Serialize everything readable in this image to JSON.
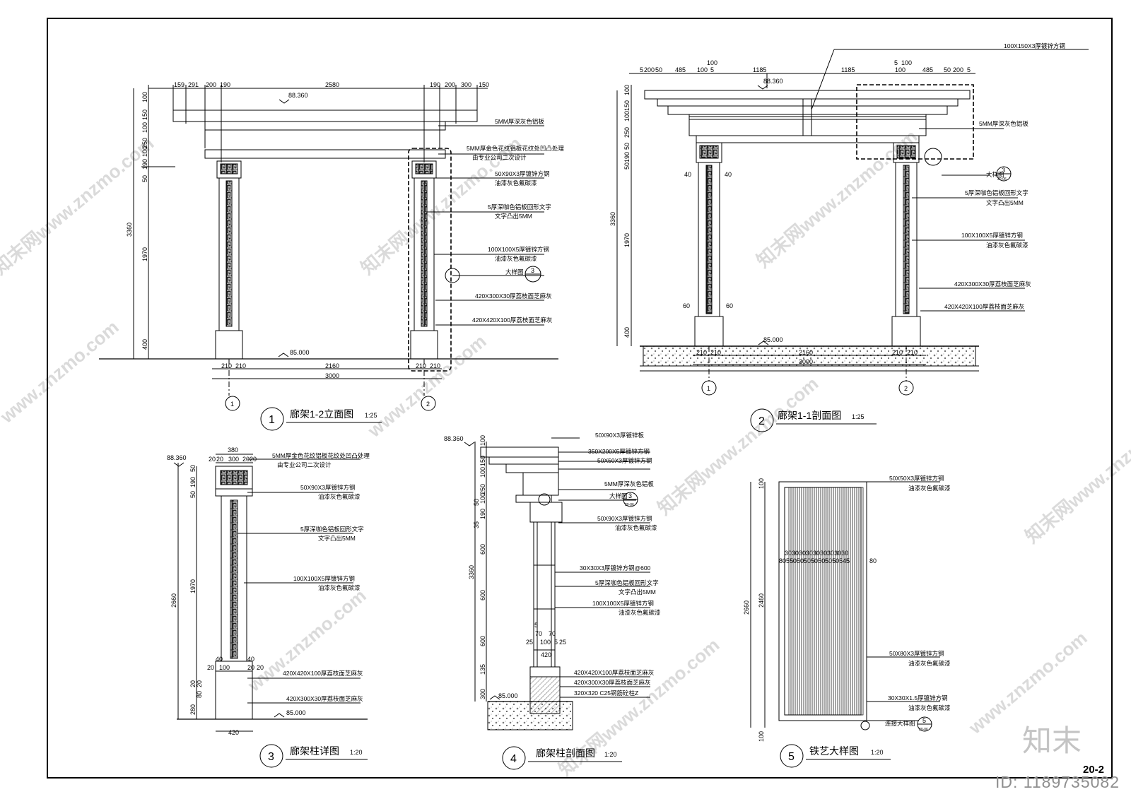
{
  "sheet": {
    "logo": "知末",
    "id_label": "ID: 1189735082",
    "watermark": "知末网www.znzmo.com",
    "watermark2": "www.znzmo.com",
    "page_code": "20-2"
  },
  "view1": {
    "number": "1",
    "title": "廊架1-2立面图",
    "scale": "1:25",
    "level_top": "88.360",
    "level_ground": "85.000",
    "top_dims": [
      "159",
      "291",
      "200",
      "190",
      "2580",
      "190",
      "200",
      "300",
      "150"
    ],
    "bottom_dims_row1": [
      "210",
      "210",
      "2160",
      "210",
      "210"
    ],
    "total_width": "3000",
    "left_dims": [
      "100",
      "150",
      "100",
      "250",
      "100",
      "190",
      "50"
    ],
    "height_total": "3360",
    "height_col": "1970",
    "height_base": "400",
    "axis1": "1",
    "axis2": "2",
    "notes": [
      "5MM厚深灰色铝板",
      "5MM厚金色花纹铝板花纹处凹凸处理",
      "由专业公司二次设计",
      "50X90X3厚镀锌方钢",
      "油漆灰色氟碳漆",
      "5厚深咖色铝板回形文字",
      "文字凸出5MM",
      "100X100X5厚镀锌方钢",
      "油漆灰色氟碳漆",
      "大样图",
      "420X300X30厚荔枝面芝麻灰",
      "420X420X100厚荔枝面芝麻灰"
    ],
    "detail_ref": "3"
  },
  "view2": {
    "number": "2",
    "title": "廊架1-1剖面图",
    "scale": "1:25",
    "level_top": "88.360",
    "level_ground": "85.000",
    "top_dims": [
      "5",
      "200",
      "50",
      "485",
      "100",
      "5",
      "1185",
      "1185",
      "5",
      "100",
      "100",
      "485",
      "50",
      "200",
      "5"
    ],
    "top_label_100": "100",
    "beam_note": "100X150X3厚镀锌方钢",
    "col_dims": [
      "40",
      "40",
      "60",
      "60"
    ],
    "bottom_dims": [
      "210",
      "210",
      "2160",
      "210",
      "210"
    ],
    "total_width": "3000",
    "left_dims": [
      "100",
      "150",
      "100",
      "250",
      "50",
      "190",
      "50"
    ],
    "height_total": "3360",
    "height_col": "1970",
    "height_base": "400",
    "axis1": "1",
    "axis2": "2",
    "notes": [
      "5MM厚深灰色铝板",
      "大样图",
      "5厚深咖色铝板回形文字",
      "文字凸出5MM",
      "100X100X5厚镀锌方钢",
      "油漆灰色氟碳漆",
      "420X300X30厚荔枝面芝麻灰",
      "420X420X100厚荔枝面芝麻灰"
    ],
    "detail_ref": "3",
    "detail_sub": "20-06"
  },
  "view3": {
    "number": "3",
    "title": "廊架柱详图",
    "scale": "1:20",
    "level_top": "88.360",
    "level_ground": "85.000",
    "top_dims": [
      "380",
      "20",
      "20",
      "300",
      "20",
      "20"
    ],
    "left_dims": [
      "50",
      "190",
      "50",
      "1970",
      "20",
      "20",
      "80",
      "280"
    ],
    "height_total": "2660",
    "col_dims": [
      "40",
      "40",
      "20",
      "100",
      "20",
      "20"
    ],
    "bottom_width": "420",
    "notes": [
      "5MM厚金色花纹铝板花纹处凹凸处理",
      "由专业公司二次设计",
      "50X90X3厚镀锌方钢",
      "油漆灰色氟碳漆",
      "5厚深咖色铝板回形文字",
      "文字凸出5MM",
      "100X100X5厚镀锌方钢",
      "油漆灰色氟碳漆",
      "420X420X100厚荔枝面芝麻灰",
      "420X300X30厚荔枝面芝麻灰"
    ]
  },
  "view4": {
    "number": "4",
    "title": "廊架柱剖面图",
    "scale": "1:20",
    "level_top": "88.360",
    "level_ground": "85.000",
    "left_dims": [
      "100",
      "150",
      "100",
      "250",
      "100",
      "50",
      "190",
      "35",
      "600",
      "600",
      "600",
      "135",
      "300"
    ],
    "height_total": "3360",
    "bottom_dims": [
      "5",
      "70",
      "70",
      "25",
      "100",
      "5",
      "25",
      "420"
    ],
    "notes": [
      "50X90X3厚镀锌板",
      "350X200X5厚镀锌方钢",
      "50X50X3厚镀锌方钢",
      "5MM厚深灰色铝板",
      "大样图",
      "50X90X3厚镀锌方钢",
      "油漆灰色氟碳漆",
      "30X30X3厚镀锌方钢@600",
      "5厚深咖色铝板回形文字",
      "文字凸出5MM",
      "100X100X5厚镀锌方钢",
      "油漆灰色氟碳漆",
      "420X420X100厚荔枝面芝麻灰",
      "420X300X30厚荔枝面芝麻灰",
      "320X320 C25钢筋砼柱Z"
    ],
    "detail_ref": "3",
    "detail_sub": "20-06"
  },
  "view5": {
    "number": "5",
    "title": "铁艺大样图",
    "scale": "1:20",
    "inner_dims_top": "303030303030303030",
    "inner_dims_bottom": "80550505050505050545",
    "right_dim": "80",
    "left_dims": [
      "100",
      "2460",
      "100"
    ],
    "height_total": "2660",
    "notes": [
      "50X50X3厚镀锌方钢",
      "油漆灰色氟碳漆",
      "50X80X3厚镀锌方钢",
      "油漆灰色氟碳漆",
      "30X30X1.5厚镀锌方钢",
      "油漆灰色氟碳漆",
      "连接大样图"
    ],
    "detail_ref": "5",
    "detail_sub": "20-06"
  }
}
